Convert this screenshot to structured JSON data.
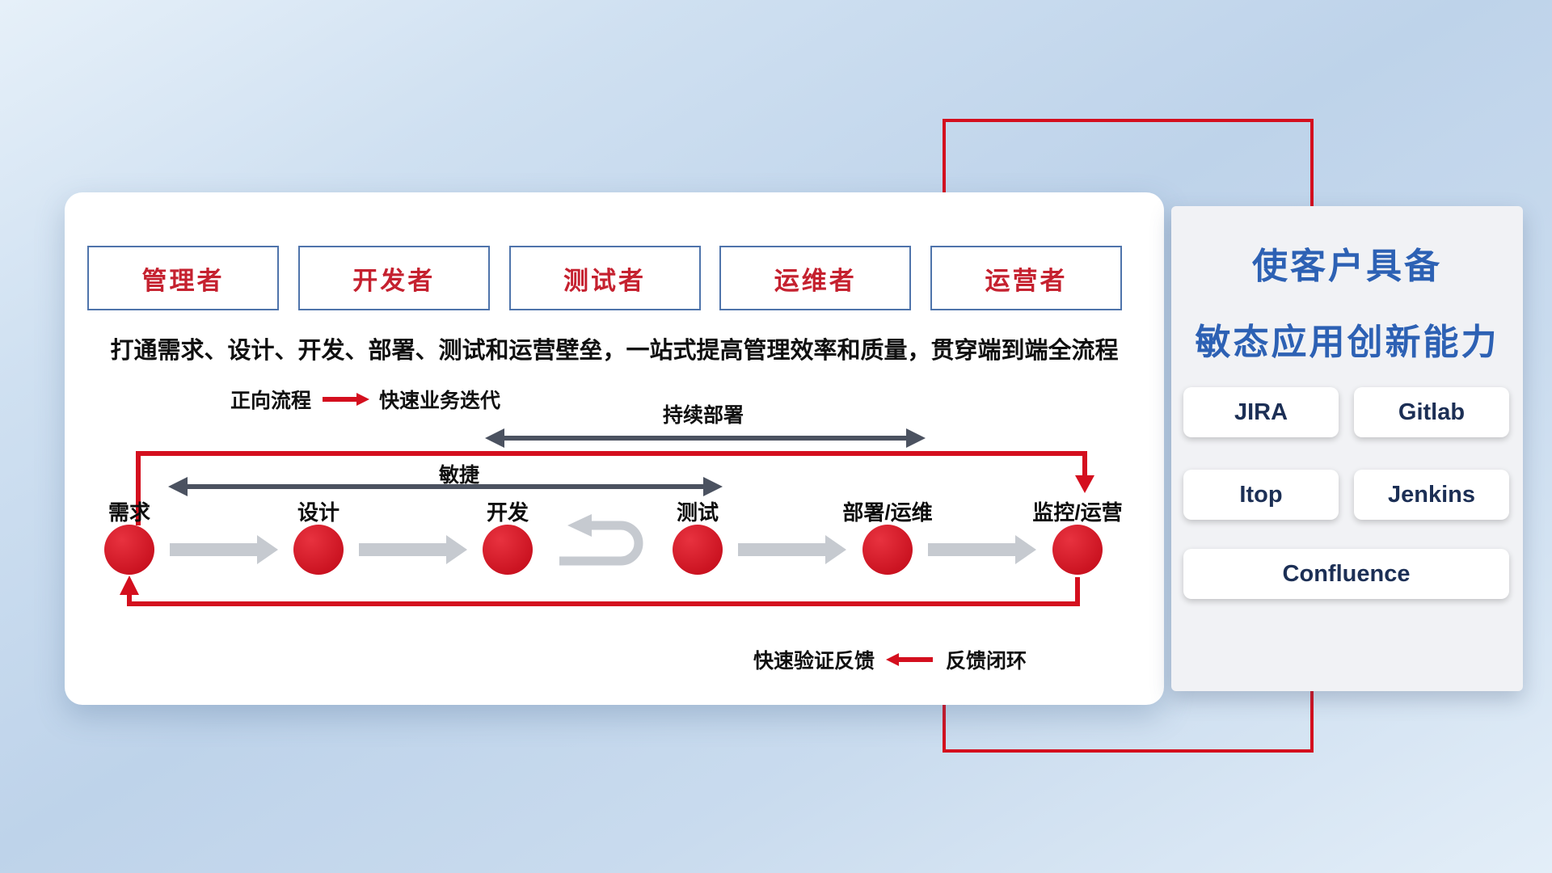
{
  "roles": [
    "管理者",
    "开发者",
    "测试者",
    "运维者",
    "运营者"
  ],
  "subtitle": "打通需求、设计、开发、部署、测试和运营壁垒，一站式提高管理效率和质量，贯穿端到端全流程",
  "legend": {
    "forward_label": "正向流程",
    "forward_desc": "快速业务迭代",
    "feedback_desc": "快速验证反馈",
    "feedback_label": "反馈闭环"
  },
  "flow": {
    "stages": [
      "需求",
      "设计",
      "开发",
      "测试",
      "部署/运维",
      "监控/运营"
    ],
    "agile_span": "敏捷",
    "deploy_span": "持续部署"
  },
  "panel": {
    "title_line1": "使客户具备",
    "title_line2": "敏态应用创新能力",
    "tools": [
      "JIRA",
      "Gitlab",
      "Itop",
      "Jenkins",
      "Confluence"
    ]
  },
  "colors": {
    "red": "#d40f1e",
    "dark_arrow": "#4b5260",
    "gray_arrow": "#c6cad0",
    "blue_title": "#2d61b4"
  }
}
